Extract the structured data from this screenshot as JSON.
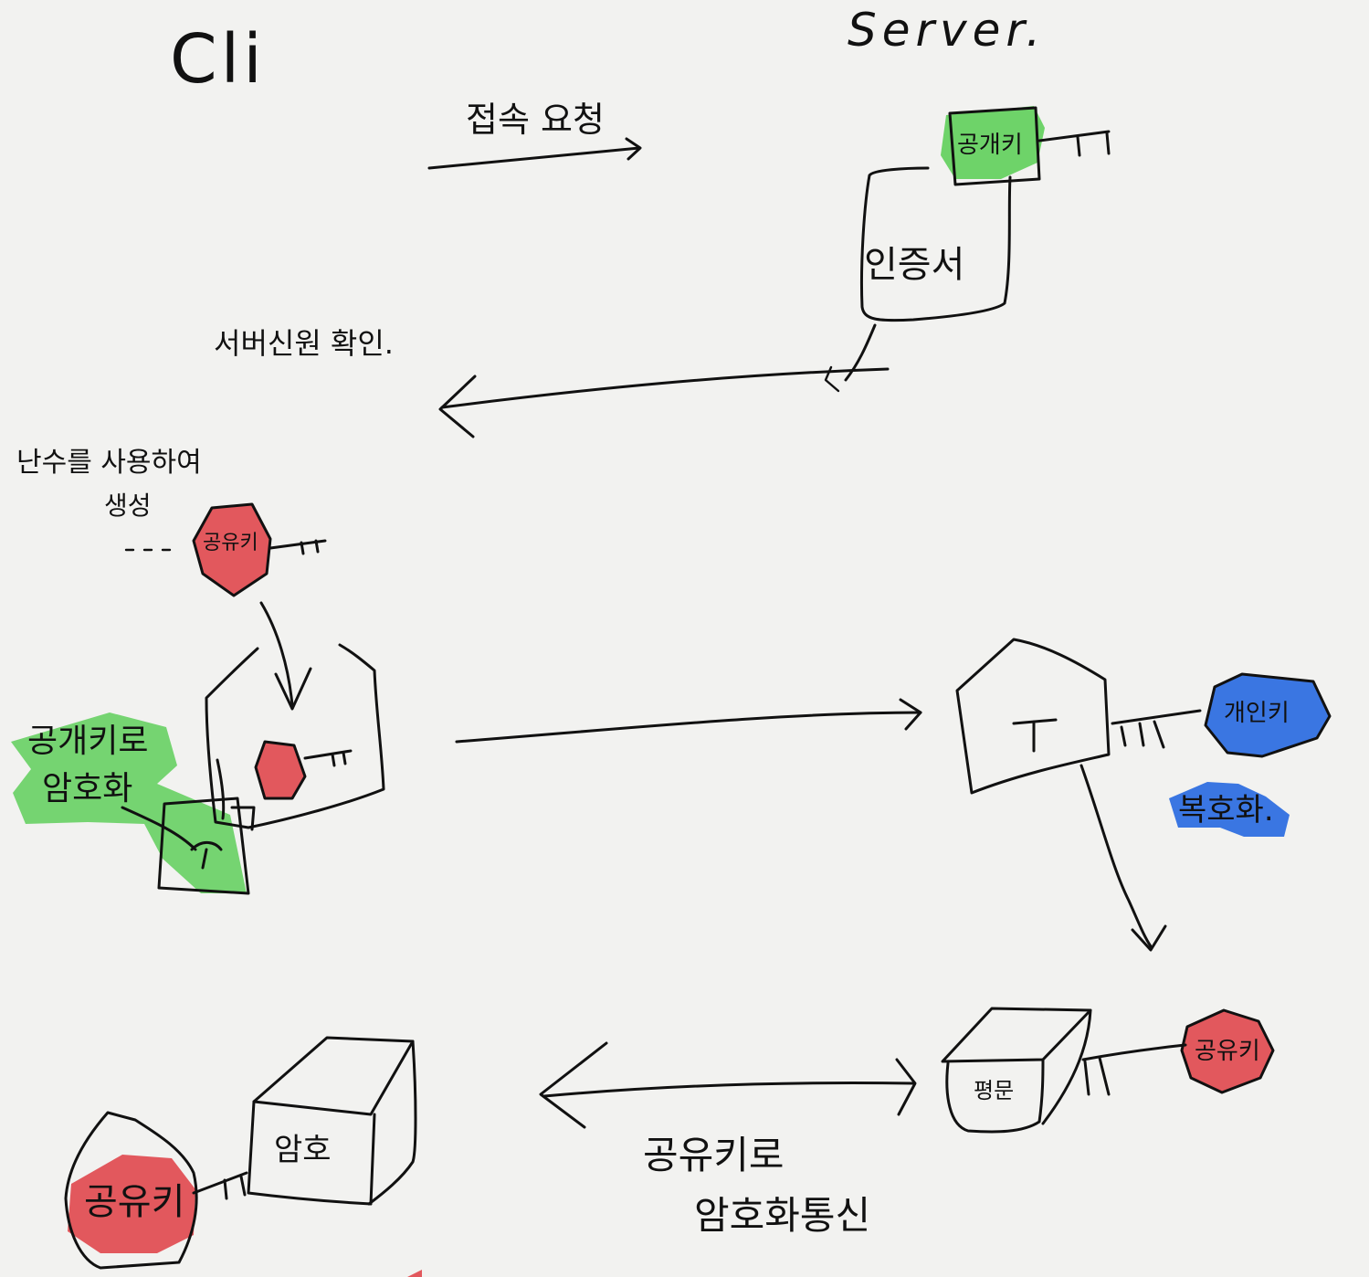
{
  "headers": {
    "client": "Cli",
    "server": "Server."
  },
  "steps": {
    "request": "접속 요청",
    "verify": "서버신원 확인.",
    "generate_line1": "난수를 사용하여",
    "generate_line2": "생성",
    "encrypt_line1": "공개키로",
    "encrypt_line2": "암호화",
    "decrypt": "복호화.",
    "communicate_line1": "공유키로",
    "communicate_line2": "암호화통신"
  },
  "items": {
    "server_public_key": "공개키",
    "certificate": "인증서",
    "client_shared_key": "공유키",
    "private_key": "개인키",
    "server_shared_key": "공유키",
    "server_box": "평문",
    "client_shared_key_big": "공유키",
    "client_box": "암호"
  },
  "colors": {
    "public_key": "#5fcf5a",
    "shared_key": "#e0474c",
    "private_key": "#2f6fe0",
    "ink": "#111111",
    "paper": "#f2f2f0"
  }
}
